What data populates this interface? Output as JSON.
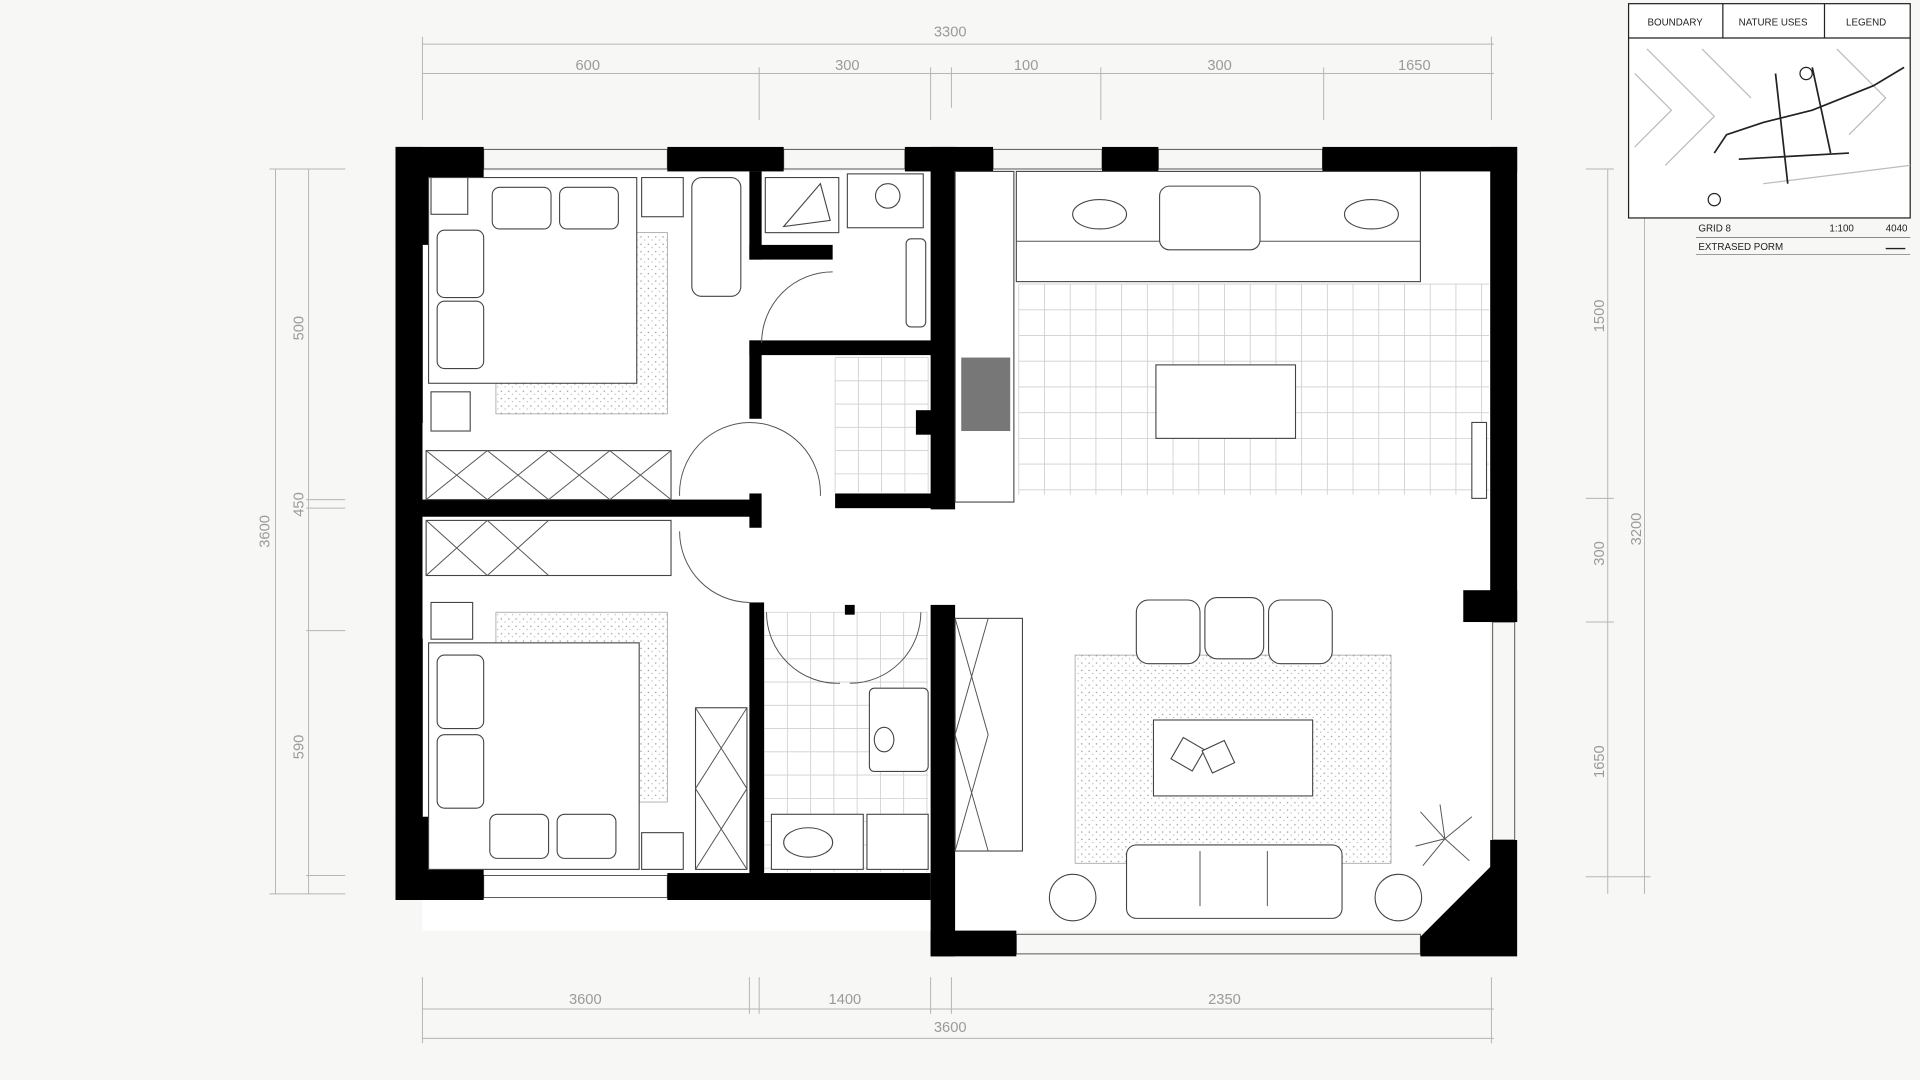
{
  "dimensions": {
    "top_total": "3300",
    "top_segments": [
      "600",
      "300",
      "100",
      "300",
      "1650"
    ],
    "bottom_segments": [
      "3600",
      "1400",
      "2350"
    ],
    "bottom_total": "3600",
    "left_total": "3600",
    "left_segments": [
      "500",
      "450",
      "590"
    ],
    "right_segments": [
      "1500",
      "300",
      "1650"
    ],
    "right_total": "3200"
  },
  "key_map": {
    "headers": [
      "BOUNDARY",
      "NATURE USES",
      "LEGEND"
    ],
    "row1_label": "GRID 8",
    "row1_mid": "1:100",
    "row1_value": "4040",
    "row2_label": "EXTRASED PORM"
  },
  "colors": {
    "wall": "#000000",
    "paper": "#f7f7f6",
    "dimension": "#9a9a9a"
  }
}
